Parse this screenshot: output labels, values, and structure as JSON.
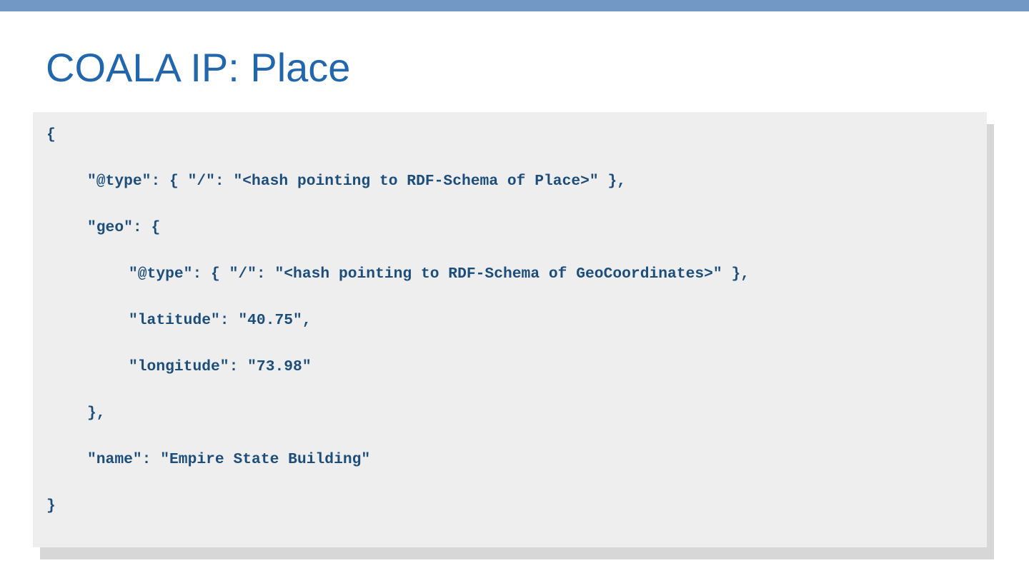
{
  "slide": {
    "title": "COALA IP: Place"
  },
  "code_block": {
    "lines": [
      {
        "text": "{"
      },
      {
        "text": "\"@type\": { \"/\": \"<hash pointing to RDF-Schema of Place>\" },"
      },
      {
        "text": "\"geo\": {"
      },
      {
        "text": "\"@type\": { \"/\": \"<hash pointing to RDF-Schema of GeoCoordinates>\" },"
      },
      {
        "text": "\"latitude\": \"40.75\","
      },
      {
        "text": "\"longitude\": \"73.98\""
      },
      {
        "text": "},"
      },
      {
        "text": "\"name\": \"Empire State Building\""
      },
      {
        "text": "}"
      }
    ]
  },
  "colors": {
    "accent_bar": "#7299c6",
    "title": "#2266ab",
    "code_text": "#1d4e79",
    "code_background": "#eeeeee",
    "code_shadow": "#d7d7d7"
  }
}
